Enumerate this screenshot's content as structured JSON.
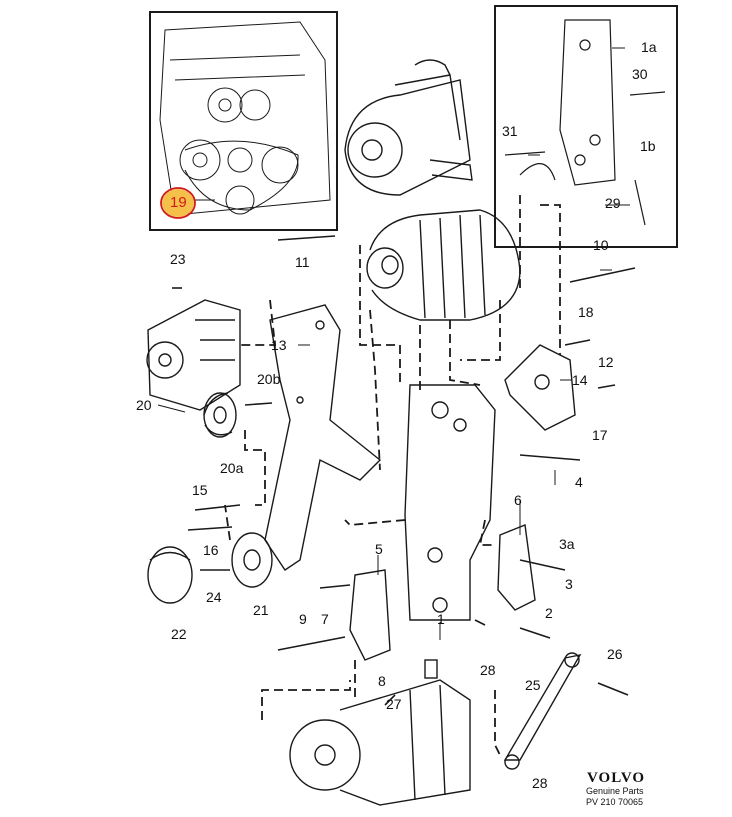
{
  "callouts": [
    "19",
    "1a",
    "30",
    "31",
    "1b",
    "29",
    "11",
    "10",
    "23",
    "18",
    "13",
    "12",
    "20b",
    "14",
    "20",
    "17",
    "20a",
    "4",
    "15",
    "6",
    "16",
    "3a",
    "24",
    "21",
    "5",
    "3",
    "22",
    "7",
    "2",
    "9",
    "1",
    "8",
    "28",
    "26",
    "27",
    "25",
    "28"
  ],
  "footer": {
    "brand": "VOLVO",
    "line1": "Genuine Parts",
    "line2": "PV 210 70065"
  },
  "highlight_callout": "19",
  "colors": {
    "highlight_fill": "#f5c04a",
    "highlight_ring": "#d11a1a",
    "line": "#1a1a1a"
  }
}
